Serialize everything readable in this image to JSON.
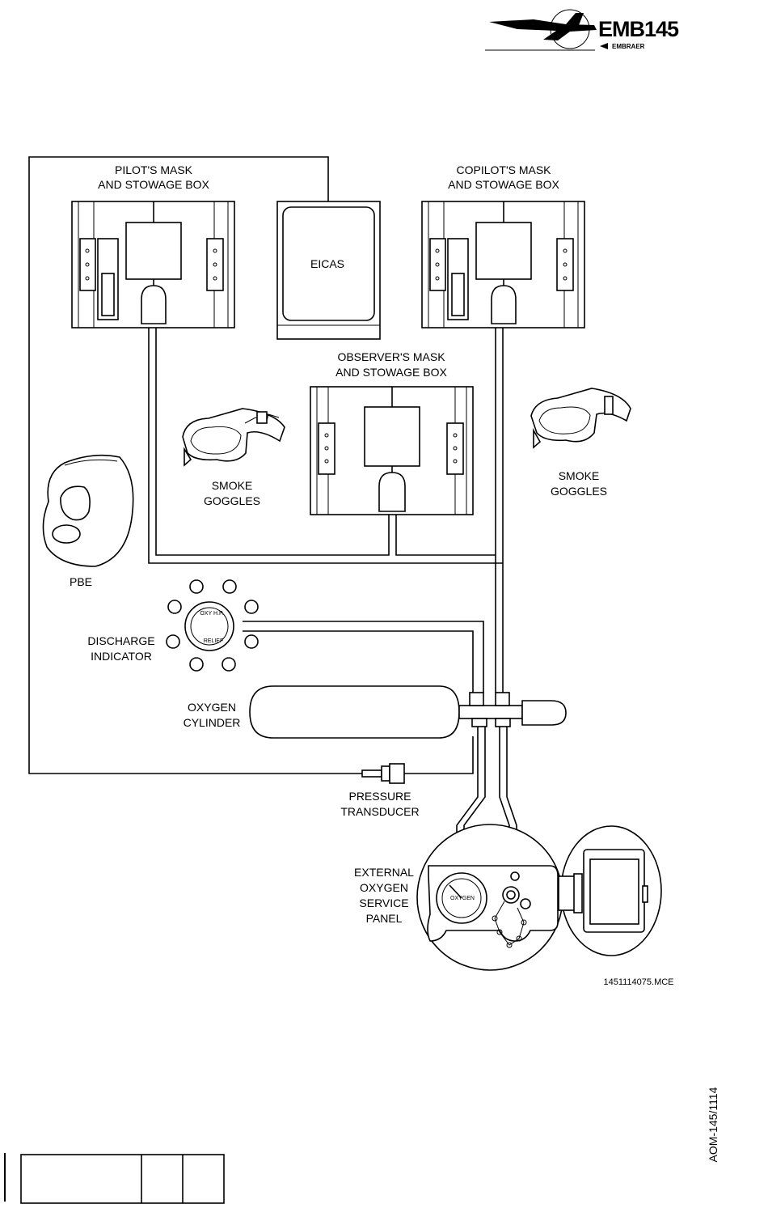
{
  "header": {
    "brand_model": "EMB145",
    "brand_maker": "EMBRAER"
  },
  "labels": {
    "pilot_mask": [
      "PILOT'S MASK",
      "AND STOWAGE BOX"
    ],
    "copilot_mask": [
      "COPILOT'S MASK",
      "AND STOWAGE BOX"
    ],
    "observer_mask": [
      "OBSERVER'S MASK",
      "AND STOWAGE BOX"
    ],
    "eicas": "EICAS",
    "smoke_goggles_left": [
      "SMOKE",
      "GOGGLES"
    ],
    "smoke_goggles_right": [
      "SMOKE",
      "GOGGLES"
    ],
    "pbe": "PBE",
    "discharge_indicator": [
      "DISCHARGE",
      "INDICATOR"
    ],
    "oxygen_cylinder": [
      "OXYGEN",
      "CYLINDER"
    ],
    "pressure_transducer": [
      "PRESSURE",
      "TRANSDUCER"
    ],
    "external_panel": [
      "EXTERNAL",
      "OXYGEN",
      "SERVICE",
      "PANEL"
    ],
    "indicator_text_top": "OXY H.P.",
    "indicator_text_bottom": "RELIEF",
    "gauge_text": "OXYGEN",
    "figure_code": "1451114075.MCE",
    "side_code": "AOM-145/1114"
  }
}
